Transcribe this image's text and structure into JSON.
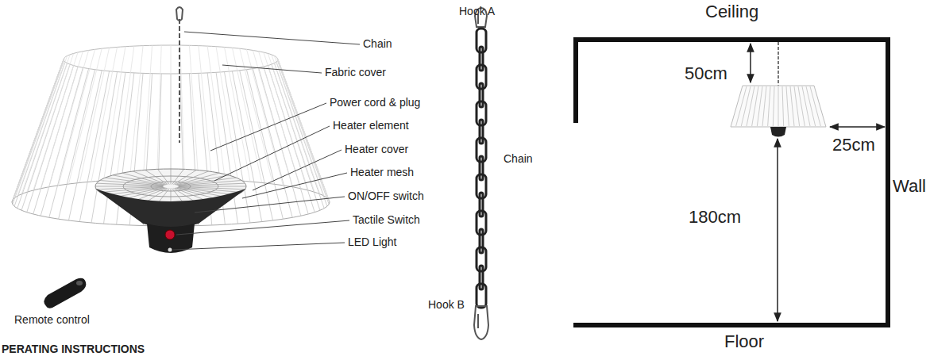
{
  "diagram": {
    "labels": [
      "Chain",
      "Fabric cover",
      "Power cord & plug",
      "Heater element",
      "Heater cover",
      "Heater mesh",
      "ON/OFF switch",
      "Tactile Switch",
      "LED Light",
      "Remote control",
      "Hook A",
      "Chain",
      "Hook B",
      "Ceiling",
      "50cm",
      "25cm",
      "Wall",
      "180cm",
      "Floor",
      "PERATING INSTRUCTIONS"
    ]
  }
}
